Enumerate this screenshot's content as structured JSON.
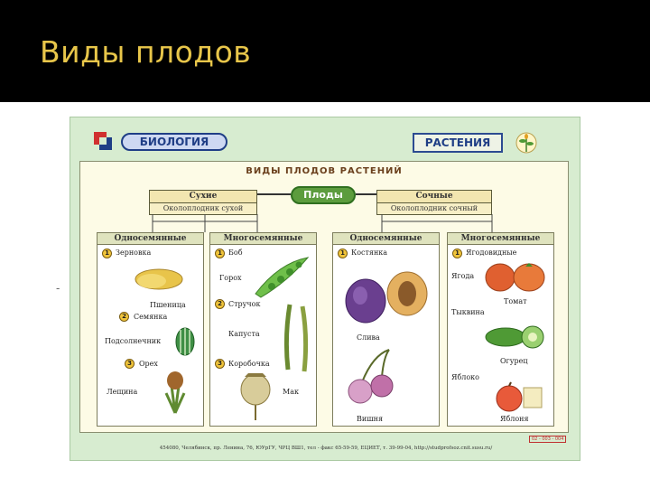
{
  "slide": {
    "title": "Виды плодов",
    "side_mark": "-"
  },
  "poster": {
    "biology_label": "БИОЛОГИЯ",
    "plants_label": "РАСТЕНИЯ",
    "main_title": "ВИДЫ ПЛОДОВ РАСТЕНИЙ",
    "center_label": "Плоды",
    "dry": {
      "title": "Сухие",
      "subtitle": "Околоплодник сухой"
    },
    "juicy": {
      "title": "Сочные",
      "subtitle": "Околоплодник сочный"
    },
    "columns": [
      {
        "header": "Односемянные",
        "items": [
          {
            "num": "1",
            "label": "Зерновка",
            "example": "Пшеница"
          },
          {
            "num": "2",
            "label": "Семянка",
            "example": "Подсолнечник"
          },
          {
            "num": "3",
            "label": "Орех",
            "example": "Лещина"
          }
        ]
      },
      {
        "header": "Многосемянные",
        "items": [
          {
            "num": "1",
            "label": "Боб",
            "example": "Горох"
          },
          {
            "num": "2",
            "label": "Стручок",
            "example": "Капуста"
          },
          {
            "num": "3",
            "label": "Коробочка",
            "example": "Мак"
          }
        ]
      },
      {
        "header": "Односемянные",
        "items": [
          {
            "num": "1",
            "label": "Костянка",
            "example": "Слива"
          }
        ],
        "extra_example": "Вишня"
      },
      {
        "header": "Многосемянные",
        "items": [
          {
            "num": "1",
            "label": "Ягодовидные"
          }
        ],
        "labels": [
          "Ягода",
          "Томат",
          "Тыквина",
          "Огурец",
          "Яблоко",
          "Яблоня"
        ]
      }
    ],
    "code": "02 - 003 - 004",
    "footer": "454080, Челябинск, пр. Ленина, 76, ЮУрГУ, ЧРЦ ВШ1, тел - факс 65-59-59, ЕЦИЕТ, т. 39-99-04, http://studprofsoz.cnit.susu.ru/"
  },
  "colors": {
    "title": "#e8c64a",
    "title_bar": "#000000",
    "poster_bg": "#d7ecd0",
    "accent_green": "#5c9c3d",
    "navy": "#1f3e86"
  }
}
